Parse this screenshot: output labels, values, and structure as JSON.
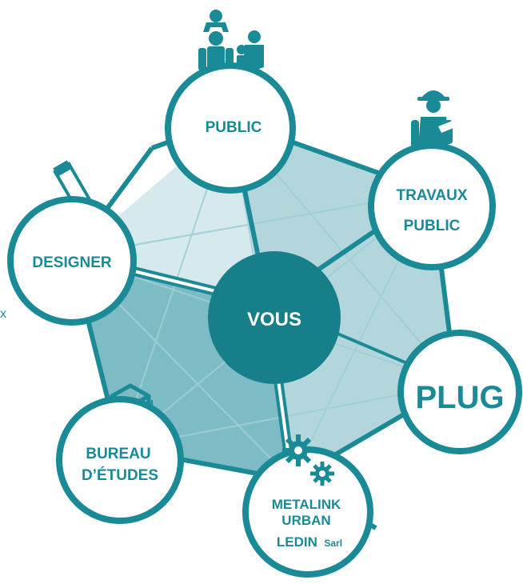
{
  "colors": {
    "teal": "#1a8a96",
    "dark_teal": "#177f8a",
    "light_fill": "#d6e9ec",
    "mid_fill": "#b2d6dc",
    "dark_fill": "#7dbcc4",
    "line": "#8fc5cc",
    "white": "#ffffff"
  },
  "stray_char": "x",
  "nodes": {
    "center": {
      "label": "VOUS"
    },
    "public": {
      "label": "PUBLIC",
      "icon": "family-icon"
    },
    "travaux": {
      "line1": "TRAVAUX",
      "line2": "PUBLIC",
      "icon": "construction-worker-icon"
    },
    "designer": {
      "label": "DESIGNER",
      "icon": "pencil-icon"
    },
    "plug": {
      "logo": "PLUG"
    },
    "bureau": {
      "line1": "BUREAU",
      "line2": "D’ÉTUDES",
      "icon": "cube-icon"
    },
    "metalink": {
      "line1": "METALINK",
      "line2": "URBAN",
      "line3a": "LEDIN",
      "line3b": "Sarl",
      "icon": "gears-icon"
    }
  }
}
